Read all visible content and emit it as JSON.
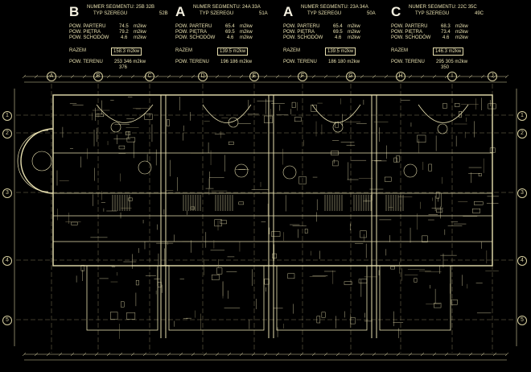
{
  "segments": [
    {
      "letter": "B",
      "numer_label": "NUMER SEGMENTU",
      "numer_values": "25B  32B",
      "typ_label": "TYP SZEREGU",
      "typ_value": "52B",
      "rows": [
        {
          "label": "POW. PARTERU",
          "value": "74.5",
          "unit": "m2kw"
        },
        {
          "label": "POW. PIĘTRA",
          "value": "79.2",
          "unit": "m2kw"
        },
        {
          "label": "POW. SCHODÓW",
          "value": "4.6",
          "unit": "m2kw"
        }
      ],
      "razem_label": "RAZEM",
      "razem_value": "158.3  m2kw",
      "teren_label": "POW. TERENU",
      "teren_value": "253  346  m2kw",
      "teren_extra": "376"
    },
    {
      "letter": "A",
      "numer_label": "NUMER SEGMENTU",
      "numer_values": "24A  33A",
      "typ_label": "TYP SZEREGU",
      "typ_value": "51A",
      "rows": [
        {
          "label": "POW. PARTERU",
          "value": "65.4",
          "unit": "m2kw"
        },
        {
          "label": "POW. PIĘTRA",
          "value": "69.5",
          "unit": "m2kw"
        },
        {
          "label": "POW. SCHODÓW",
          "value": "4.6",
          "unit": "m2kw"
        }
      ],
      "razem_label": "RAZEM",
      "razem_value": "139.5  m2kw",
      "teren_label": "POW. TERENU",
      "teren_value": "196  186  m2kw",
      "teren_extra": ""
    },
    {
      "letter": "A",
      "numer_label": "NUMER SEGMENTU",
      "numer_values": "23A  34A",
      "typ_label": "TYP SZEREGU",
      "typ_value": "50A",
      "rows": [
        {
          "label": "POW. PARTERU",
          "value": "65.4",
          "unit": "m2kw"
        },
        {
          "label": "POW. PIĘTRA",
          "value": "69.5",
          "unit": "m2kw"
        },
        {
          "label": "POW. SCHODÓW",
          "value": "4.6",
          "unit": "m2kw"
        }
      ],
      "razem_label": "RAZEM",
      "razem_value": "139.5  m2kw",
      "teren_label": "POW. TERENU",
      "teren_value": "186  180  m2kw",
      "teren_extra": ""
    },
    {
      "letter": "C",
      "numer_label": "NUMER SEGMENTU",
      "numer_values": "22C  35C",
      "typ_label": "TYP SZEREGU",
      "typ_value": "49C",
      "rows": [
        {
          "label": "POW. PARTERU",
          "value": "68.3",
          "unit": "m2kw"
        },
        {
          "label": "POW. PIĘTRA",
          "value": "73.4",
          "unit": "m2kw"
        },
        {
          "label": "POW. SCHODÓW",
          "value": "4.6",
          "unit": "m2kw"
        }
      ],
      "razem_label": "RAZEM",
      "razem_value": "146.3  m2kw",
      "teren_label": "POW. TERENU",
      "teren_value": "295  305  m2kw",
      "teren_extra": "350"
    }
  ],
  "axes_top": [
    "A",
    "B",
    "C",
    "D",
    "E",
    "F",
    "G",
    "H",
    "I",
    "J"
  ],
  "axes_side": [
    "1",
    "2",
    "3",
    "4",
    "5"
  ],
  "colors": {
    "background": "#000000",
    "lines": "#e8e0b0",
    "dim": "#b0a880"
  }
}
